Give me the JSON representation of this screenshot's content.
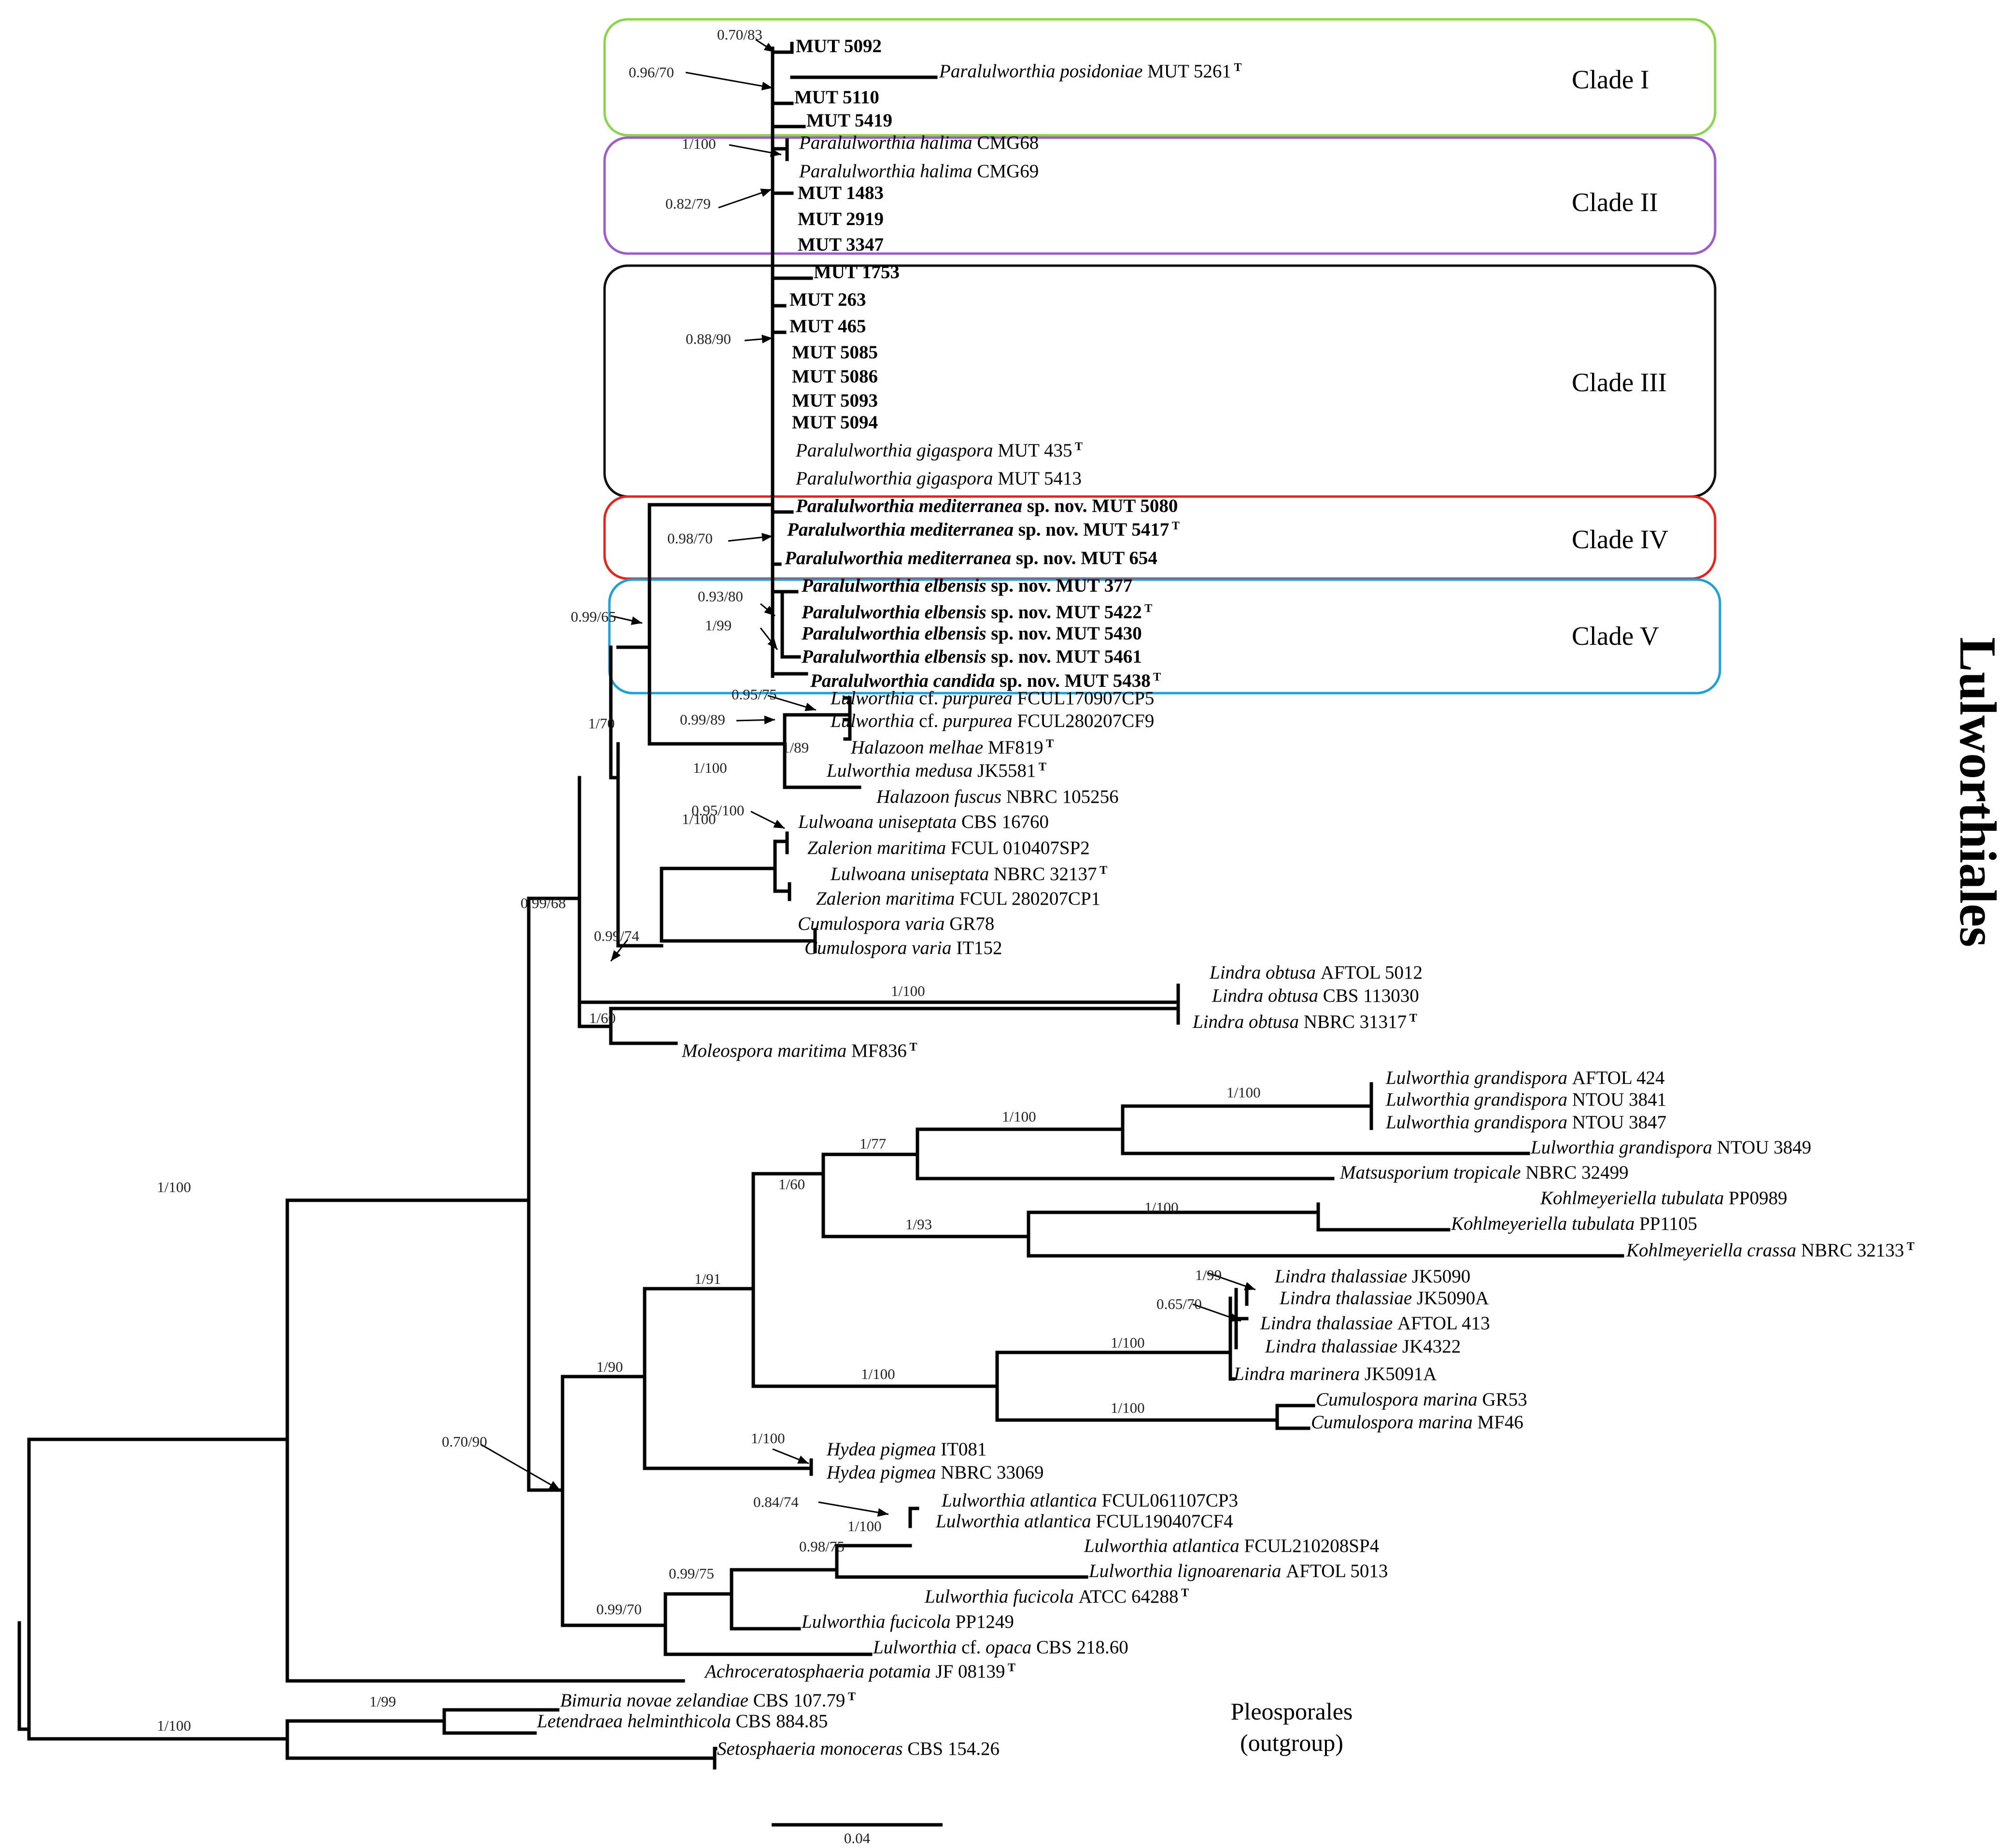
{
  "order_label": "Lulworthiales",
  "outgroup_label": {
    "line1": "Pleosporales",
    "line2": "(outgroup)"
  },
  "scale_label": "0.04",
  "colors": {
    "clade1": "#8cd34f",
    "clade2": "#9d5cc7",
    "clade3": "#111111",
    "clade4": "#e0261f",
    "clade5": "#1fa0d8",
    "green": "#16a34a",
    "purple": "#8b3fc0",
    "red": "#e0261f",
    "navy": "#123a8a"
  },
  "clades": [
    {
      "name": "Clade I"
    },
    {
      "name": "Clade II"
    },
    {
      "name": "Clade III"
    },
    {
      "name": "Clade IV"
    },
    {
      "name": "Clade V"
    }
  ],
  "taxa": [
    {
      "n": "",
      "s": "MUT 5092",
      "b": true,
      "c": "green"
    },
    {
      "n": "Paralulworthia posidoniae",
      "s": "MUT 5261",
      "t": "T"
    },
    {
      "n": "",
      "s": "MUT 5110",
      "b": true,
      "c": "green"
    },
    {
      "n": "",
      "s": "MUT 5419",
      "b": true,
      "c": "green"
    },
    {
      "n": "Paralulworthia halima",
      "s": "CMG68"
    },
    {
      "n": "Paralulworthia halima",
      "s": "CMG69"
    },
    {
      "n": "",
      "s": "MUT 1483",
      "b": true,
      "c": "purple"
    },
    {
      "n": "",
      "s": "MUT 2919",
      "b": true,
      "c": "purple"
    },
    {
      "n": "",
      "s": "MUT 3347",
      "b": true,
      "c": "purple"
    },
    {
      "n": "",
      "s": "MUT 1753",
      "b": true
    },
    {
      "n": "",
      "s": "MUT 263",
      "b": true
    },
    {
      "n": "",
      "s": "MUT 465",
      "b": true
    },
    {
      "n": "",
      "s": "MUT 5085",
      "b": true
    },
    {
      "n": "",
      "s": "MUT 5086",
      "b": true
    },
    {
      "n": "",
      "s": "MUT 5093",
      "b": true
    },
    {
      "n": "",
      "s": "MUT 5094",
      "b": true
    },
    {
      "n": "Paralulworthia gigaspora",
      "s": "MUT 435",
      "t": "T"
    },
    {
      "n": "Paralulworthia gigaspora",
      "s": "MUT 5413"
    },
    {
      "n": "Paralulworthia mediterranea",
      "s": "sp. nov. MUT 5080",
      "b": true,
      "c": "red"
    },
    {
      "n": "Paralulworthia mediterranea",
      "s": "sp. nov. MUT 5417",
      "t": "T",
      "b": true,
      "c": "red"
    },
    {
      "n": "Paralulworthia mediterranea",
      "s": "sp. nov. MUT 654",
      "b": true,
      "c": "red"
    },
    {
      "n": "Paralulworthia elbensis",
      "s": "sp. nov. MUT 377",
      "b": true,
      "c": "navy"
    },
    {
      "n": "Paralulworthia elbensis",
      "s": "sp. nov. MUT 5422",
      "t": "T",
      "b": true,
      "c": "navy"
    },
    {
      "n": "Paralulworthia elbensis",
      "s": "sp. nov. MUT 5430",
      "b": true,
      "c": "navy"
    },
    {
      "n": "Paralulworthia elbensis",
      "s": "sp. nov. MUT 5461",
      "b": true,
      "c": "navy"
    },
    {
      "n": "Paralulworthia candida",
      "s": "sp. nov. MUT 5438",
      "t": "T",
      "b": true,
      "c": "navy"
    },
    {
      "n": "Lulworthia",
      "s": "cf.",
      "n2": "purpurea",
      "s2": "FCUL170907CP5"
    },
    {
      "n": "Lulworthia",
      "s": "cf.",
      "n2": "purpurea",
      "s2": "FCUL280207CF9"
    },
    {
      "n": "Halazoon melhae",
      "s": "MF819",
      "t": "T"
    },
    {
      "n": "Lulworthia medusa",
      "s": "JK5581",
      "t": "T"
    },
    {
      "n": "Halazoon fuscus",
      "s": "NBRC 105256"
    },
    {
      "n": "Lulwoana uniseptata",
      "s": "CBS 16760"
    },
    {
      "n": "Zalerion maritima",
      "s": "FCUL 010407SP2"
    },
    {
      "n": "Lulwoana uniseptata",
      "s": "NBRC 32137",
      "t": "T"
    },
    {
      "n": "Zalerion maritima",
      "s": "FCUL 280207CP1"
    },
    {
      "n": "Cumulospora varia",
      "s": "GR78"
    },
    {
      "n": "Cumulospora varia",
      "s": "IT152"
    },
    {
      "n": "Lindra obtusa",
      "s": "AFTOL 5012"
    },
    {
      "n": "Lindra obtusa",
      "s": "CBS 113030"
    },
    {
      "n": "Lindra obtusa",
      "s": "NBRC 31317",
      "t": "T"
    },
    {
      "n": "Moleospora maritima",
      "s": "MF836",
      "t": "T"
    },
    {
      "n": "Lulworthia grandispora",
      "s": "AFTOL 424"
    },
    {
      "n": "Lulworthia grandispora",
      "s": "NTOU 3841"
    },
    {
      "n": "Lulworthia grandispora",
      "s": "NTOU 3847"
    },
    {
      "n": "Lulworthia grandispora",
      "s": "NTOU 3849"
    },
    {
      "n": "Matsusporium tropicale",
      "s": "NBRC 32499"
    },
    {
      "n": "Kohlmeyeriella tubulata",
      "s": "PP0989"
    },
    {
      "n": "Kohlmeyeriella tubulata",
      "s": "PP1105"
    },
    {
      "n": "Kohlmeyeriella crassa",
      "s": "NBRC 32133",
      "t": "T"
    },
    {
      "n": "Lindra thalassiae",
      "s": "JK5090"
    },
    {
      "n": "Lindra thalassiae",
      "s": "JK5090A"
    },
    {
      "n": "Lindra thalassiae",
      "s": "AFTOL 413"
    },
    {
      "n": "Lindra thalassiae",
      "s": "JK4322"
    },
    {
      "n": "Lindra marinera",
      "s": "JK5091A"
    },
    {
      "n": "Cumulospora marina",
      "s": "GR53"
    },
    {
      "n": "Cumulospora marina",
      "s": "MF46"
    },
    {
      "n": "Hydea pigmea",
      "s": "IT081"
    },
    {
      "n": "Hydea pigmea",
      "s": "NBRC 33069"
    },
    {
      "n": "Lulworthia atlantica",
      "s": "FCUL061107CP3"
    },
    {
      "n": "Lulworthia atlantica",
      "s": "FCUL190407CF4"
    },
    {
      "n": "Lulworthia atlantica",
      "s": "FCUL210208SP4"
    },
    {
      "n": "Lulworthia lignoarenaria",
      "s": "AFTOL 5013"
    },
    {
      "n": "Lulworthia fucicola",
      "s": "ATCC 64288",
      "t": "T"
    },
    {
      "n": "Lulworthia fucicola",
      "s": "PP1249"
    },
    {
      "n": "Lulworthia",
      "s": "cf.",
      "n2": "opaca",
      "s2": "CBS 218.60"
    },
    {
      "n": "Achroceratosphaeria potamia",
      "s": "JF 08139",
      "t": "T"
    },
    {
      "n": "Bimuria novae zelandiae",
      "s": "CBS 107.79",
      "t": "T"
    },
    {
      "n": "Letendraea helminthicola",
      "s": "CBS 884.85"
    },
    {
      "n": "Setosphaeria monoceras",
      "s": "CBS 154.26"
    }
  ],
  "supports": [
    "0.70/83",
    "0.96/70",
    "1/100",
    "0.82/79",
    "0.88/90",
    "1/99",
    "0.98/70",
    "0.93/80",
    "1/99",
    "0.99/65",
    "0.95/75",
    "0.99/89",
    "1/89",
    "1/100",
    "1/70",
    "0.95/100",
    "1/100",
    "1/100",
    "1/100",
    "0.99/74",
    "0.99/68",
    "1/100",
    "1/60",
    "1/100",
    "1/100",
    "1/77",
    "1/60",
    "1/100",
    "1/93",
    "1/99",
    "0.65/70",
    "1/100",
    "1/100",
    "1/100",
    "1/91",
    "1/100",
    "1/90",
    "0.70/90",
    "0.84/74",
    "1/100",
    "0.98/75",
    "0.99/75",
    "0.99/70",
    "1/100",
    "1/99",
    "1/100"
  ]
}
